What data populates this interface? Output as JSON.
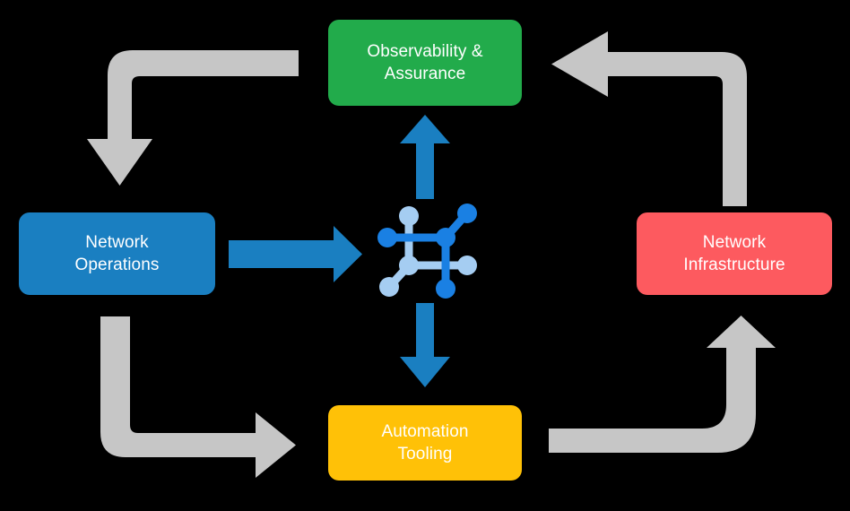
{
  "diagram": {
    "background_color": "#000000",
    "title_text": "",
    "nodes": [
      {
        "id": "observability",
        "label": "Observability &\nAssurance",
        "color": "#22ab4b",
        "text_color": "#ffffff",
        "position": "top"
      },
      {
        "id": "network-operations",
        "label": "Network\nOperations",
        "color": "#1a7fc1",
        "text_color": "#ffffff",
        "position": "left"
      },
      {
        "id": "network-infrastructure",
        "label": "Network\nInfrastructure",
        "color": "#fd5a5f",
        "text_color": "#ffffff",
        "position": "right"
      },
      {
        "id": "automation-tooling",
        "label": "Automation\nTooling",
        "color": "#ffc107",
        "text_color": "#ffffff",
        "position": "bottom"
      }
    ],
    "center_icon": {
      "name": "network-topology-icon",
      "color_primary": "#1a80e3",
      "color_secondary": "#a5cdf2"
    },
    "connectors": [
      {
        "id": "ops-to-center",
        "style": "straight",
        "direction": "right",
        "color": "#1a7fc1",
        "from": "network-operations",
        "to": "center-icon"
      },
      {
        "id": "center-to-observability",
        "style": "straight",
        "direction": "up",
        "color": "#1a7fc1",
        "from": "center-icon",
        "to": "observability"
      },
      {
        "id": "center-to-automation",
        "style": "straight",
        "direction": "down",
        "color": "#1a7fc1",
        "from": "center-icon",
        "to": "automation-tooling"
      },
      {
        "id": "observability-to-ops",
        "style": "elbow",
        "direction": "down",
        "color": "#c6c6c6",
        "from": "observability",
        "to": "network-operations"
      },
      {
        "id": "infrastructure-to-observability",
        "style": "elbow",
        "direction": "left",
        "color": "#c6c6c6",
        "from": "network-infrastructure",
        "to": "observability"
      },
      {
        "id": "ops-to-automation",
        "style": "elbow",
        "direction": "right",
        "color": "#c6c6c6",
        "from": "network-operations",
        "to": "automation-tooling"
      },
      {
        "id": "automation-to-infrastructure",
        "style": "elbow",
        "direction": "up",
        "color": "#c6c6c6",
        "from": "automation-tooling",
        "to": "network-infrastructure"
      }
    ]
  }
}
